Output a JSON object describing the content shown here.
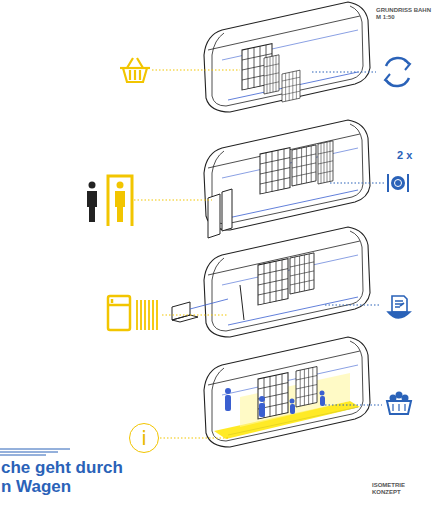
{
  "diagram": {
    "nodes": [
      {
        "text": [
          "i"
        ]
      }
    ],
    "labels": [
      "GRUNDRISS BAHN M 1:50",
      "2 x",
      "che geht durch",
      "n Wagen",
      "ISOMETRIE KONZEPT"
    ]
  }
}
